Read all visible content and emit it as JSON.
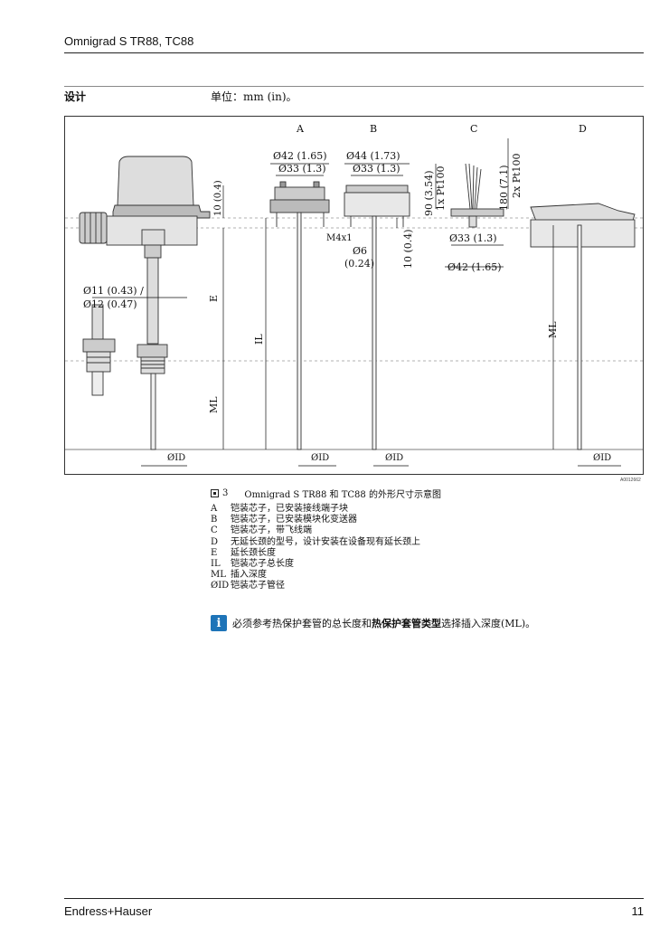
{
  "header": {
    "title": "Omnigrad S TR88, TC88"
  },
  "section": {
    "title": "设计",
    "unit_text": "单位：mm (in)。"
  },
  "figure": {
    "column_labels": [
      "A",
      "B",
      "C",
      "D"
    ],
    "dims": {
      "d42": "Ø42 (1.65)",
      "d33": "Ø33 (1.3)",
      "d44": "Ø44 (1.73)",
      "d33_b": "Ø33 (1.3)",
      "m4": "M4x1",
      "d6": "Ø6",
      "d6_in": "(0.24)",
      "h10": "10 (0.4)",
      "h10_main": "10 (0.4)",
      "h90": "90 (3.54) ",
      "pt1": "1x Pt100",
      "h180": "180 (7.1) ",
      "pt2": "2x Pt100",
      "d33_c": "Ø33 (1.3)",
      "d42_c": "Ø42 (1.65)",
      "d11": "Ø11 (0.43) /",
      "d12": "Ø12 (0.47)",
      "e": "E",
      "il": "IL",
      "ml": "ML",
      "ml_d": "ML",
      "id1": "ØID",
      "id2": "ØID",
      "id3": "ØID",
      "id4": "ØID"
    },
    "image_id": "A0012662"
  },
  "caption": {
    "number": "3",
    "text": "Omnigrad S TR88 和 TC88 的外形尺寸示意图"
  },
  "legend": [
    {
      "key": "A",
      "text": "铠装芯子，已安装接线端子块"
    },
    {
      "key": "B",
      "text": "铠装芯子，已安装模块化变送器"
    },
    {
      "key": "C",
      "text": "铠装芯子，带飞线端"
    },
    {
      "key": "D",
      "text": "无延长颈的型号，设计安装在设备现有延长颈上"
    },
    {
      "key": "E",
      "text": "延长颈长度"
    },
    {
      "key": "IL",
      "text": "铠装芯子总长度"
    },
    {
      "key": "ML",
      "text": "插入深度"
    },
    {
      "key": "ØID",
      "text": "铠装芯子管径"
    }
  ],
  "note": {
    "icon": "info-icon",
    "text_before": "必须参考热保护套管的总长度和",
    "text_bold": "热保护套管类型",
    "text_after": "选择插入深度(ML)。"
  },
  "footer": {
    "brand": "Endress+Hauser",
    "page_number": "11"
  }
}
